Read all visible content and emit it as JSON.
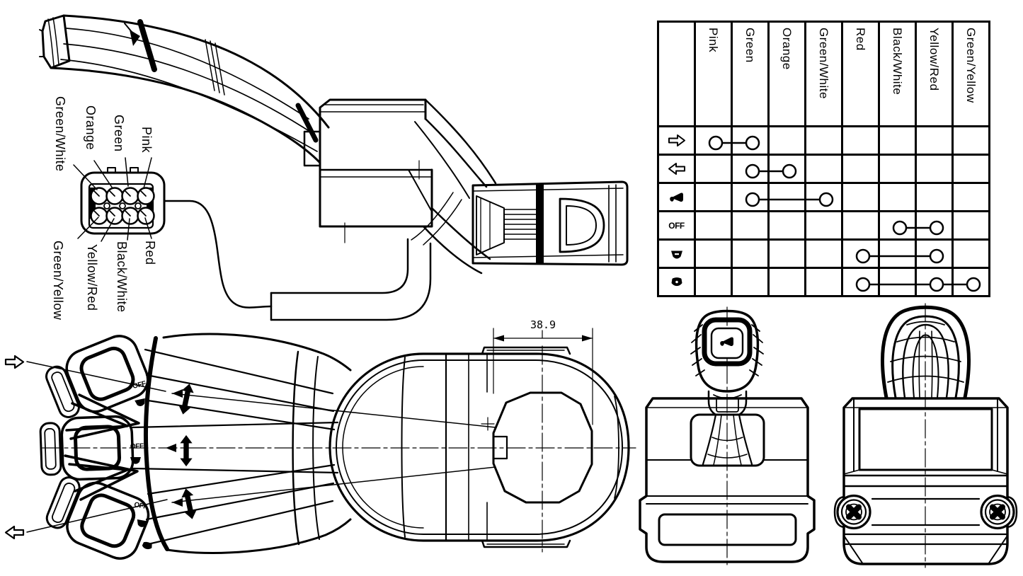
{
  "table": {
    "columns": [
      "Pink",
      "Green",
      "Orange",
      "Green/White",
      "Red",
      "Black/White",
      "Yellow/Red",
      "Green/Yellow"
    ],
    "rows": [
      {
        "icon": "turn-right-arrow-icon",
        "connections": [
          "Pink",
          "Green"
        ]
      },
      {
        "icon": "turn-left-arrow-icon",
        "connections": [
          "Green",
          "Orange"
        ]
      },
      {
        "icon": "horn-icon",
        "connections": [
          "Green",
          "Green/White"
        ]
      },
      {
        "icon": "off-label",
        "label": "OFF",
        "connections": [
          "Black/White",
          "Yellow/Red"
        ]
      },
      {
        "icon": "position-lamp-icon",
        "connections": [
          "Red",
          "Yellow/Red"
        ]
      },
      {
        "icon": "headlamp-icon",
        "connections": [
          "Red",
          "Yellow/Red",
          "Green/Yellow"
        ]
      }
    ]
  },
  "connector": {
    "pin_count": 8,
    "top_labels": [
      "Green/White",
      "Orange",
      "Green",
      "Pink"
    ],
    "bottom_labels": [
      "Green/Yellow",
      "Yellow/Red",
      "Black/White",
      "Red"
    ]
  },
  "top_view": {
    "off_label": "OFF"
  },
  "dimension": {
    "value": "38.9"
  },
  "icons": {
    "row_icons": [
      "turn-right-arrow-icon",
      "turn-left-arrow-icon",
      "horn-icon",
      "off-label",
      "position-lamp-icon",
      "headlamp-icon"
    ],
    "view_icons": [
      "turn-right-arrow-icon",
      "turn-left-arrow-icon",
      "up-down-arrow-icon",
      "horn-icon",
      "position-lamp-icon",
      "headlamp-icon"
    ]
  },
  "colors": {
    "line": "#000000",
    "background": "#ffffff"
  }
}
